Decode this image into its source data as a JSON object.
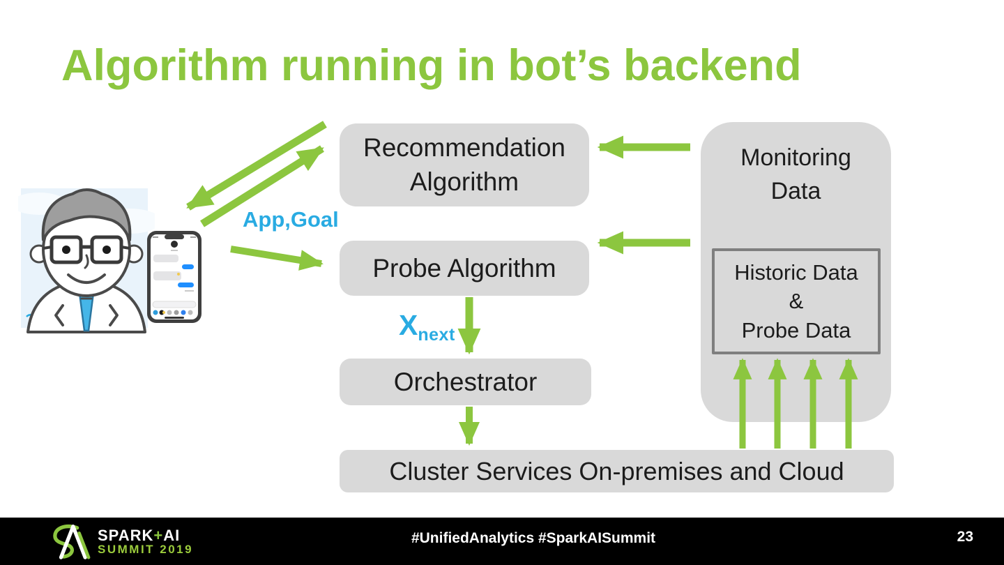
{
  "colors": {
    "accent_green": "#8CC63F",
    "label_blue": "#29ABE2",
    "box_gray": "#D9D9D9",
    "historic_border_gray": "#7F7F7F",
    "footer_black": "#000000"
  },
  "title": "Algorithm running in bot’s backend",
  "diagram": {
    "recommendation_box": "Recommendation\nAlgorithm",
    "probe_box": "Probe Algorithm",
    "orchestrator_box": "Orchestrator",
    "cluster_box": "Cluster Services On-premises and Cloud",
    "monitoring_box": "Monitoring\nData",
    "historic_box": "Historic Data\n&\nProbe Data",
    "app_goal_label": "App,Goal",
    "x_next_label": {
      "base": "X",
      "subscript": "next"
    }
  },
  "footer": {
    "logo": {
      "spark": "SPARK",
      "plus": "+",
      "ai": "AI",
      "summit": "SUMMIT 2019"
    },
    "hashtags": "#UnifiedAnalytics #SparkAISummit",
    "page_number": "23"
  }
}
